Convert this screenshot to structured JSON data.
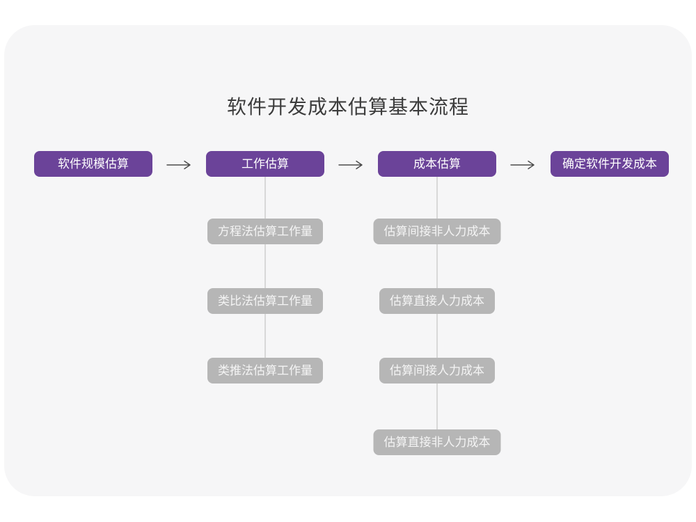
{
  "page": {
    "title": "软件开发成本估算基本流程"
  },
  "colors": {
    "primary_purple": "#6b4399",
    "gray_box": "#b6b6b6",
    "card_bg": "#f6f6f7",
    "arrow": "#4a4a4a",
    "connector": "#d8d8d8",
    "title_color": "#3c3c3c"
  },
  "flow": {
    "main_steps": [
      {
        "label": "软件规模估算"
      },
      {
        "label": "工作估算"
      },
      {
        "label": "成本估算"
      },
      {
        "label": "确定软件开发成本"
      }
    ],
    "branches": [
      {
        "parent": "工作估算",
        "items": [
          {
            "label": "方程法估算工作量"
          },
          {
            "label": "类比法估算工作量"
          },
          {
            "label": "类推法估算工作量"
          }
        ]
      },
      {
        "parent": "成本估算",
        "items": [
          {
            "label": "估算间接非人力成本"
          },
          {
            "label": "估算直接人力成本"
          },
          {
            "label": "估算间接人力成本"
          },
          {
            "label": "估算直接非人力成本"
          }
        ]
      }
    ]
  }
}
